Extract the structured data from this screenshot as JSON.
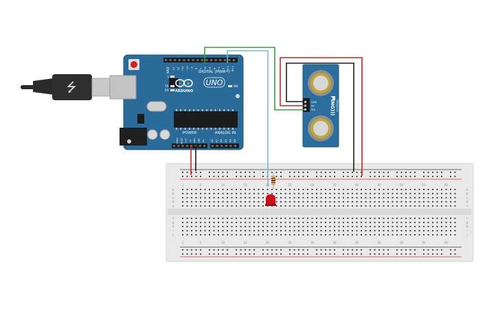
{
  "arduino": {
    "board_name": "UNO",
    "brand": "ARDUINO",
    "digital_label": "DIGITAL (PWM~)",
    "power_label": "POWER",
    "analog_label": "ANALOG IN",
    "aref_label": "AREF",
    "gnd_label": "GND",
    "on_label": "ON",
    "l_label": "L",
    "tx_label": "TX",
    "rx_label": "RX",
    "digital_pins": [
      "13",
      "12",
      "~11",
      "~10",
      "~9",
      "8",
      "7",
      "~6",
      "~5",
      "4",
      "~3",
      "2",
      "TX 1",
      "RX 0"
    ],
    "power_pins": [
      "IOREF",
      "RESET",
      "3.3V",
      "5V",
      "GND",
      "GND",
      "Vin"
    ],
    "analog_pins": [
      "A0",
      "A1",
      "A2",
      "A3",
      "A4",
      "A5"
    ],
    "color_board": "#2a6b9a"
  },
  "sensor": {
    "name": "PING)))",
    "brand": "PARALLAX",
    "pins": [
      "GND",
      "5V",
      "SIG"
    ],
    "color_board": "#2b6d9c"
  },
  "breadboard": {
    "column_numbers_top": [
      "1",
      "5",
      "10",
      "15",
      "20",
      "25",
      "30",
      "35",
      "40",
      "45",
      "50",
      "55",
      "60"
    ],
    "column_numbers_bottom": [
      "1",
      "5",
      "10",
      "15",
      "20",
      "25",
      "30",
      "35",
      "40",
      "45",
      "50",
      "55",
      "60"
    ],
    "row_letters_top": [
      "a",
      "b",
      "c",
      "d",
      "e"
    ],
    "row_letters_bottom": [
      "f",
      "g",
      "h",
      "i",
      "j"
    ],
    "color_body": "#e9e9e9"
  },
  "wire_colors": {
    "red": "#d11f1f",
    "black": "#1a1a1a",
    "green": "#2fa43a",
    "blue": "#7ab8d9"
  },
  "led": {
    "color": "#c8111a"
  },
  "usb_cable": {
    "color": "#2a2a2a"
  }
}
